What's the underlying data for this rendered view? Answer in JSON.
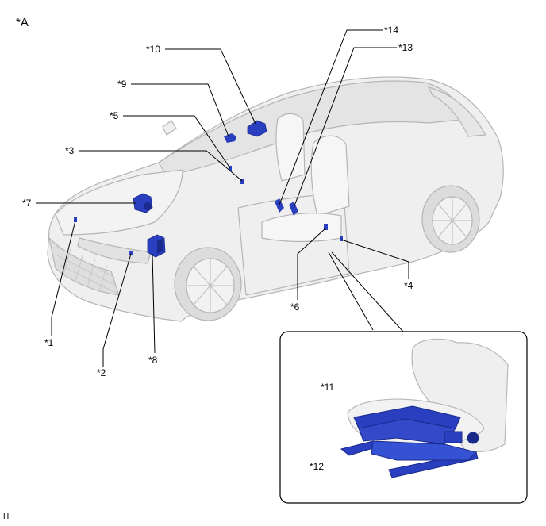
{
  "view_label": "*A",
  "corner_code": "H",
  "callouts": [
    {
      "id": "c1",
      "label": "*1"
    },
    {
      "id": "c2",
      "label": "*2"
    },
    {
      "id": "c3",
      "label": "*3"
    },
    {
      "id": "c4",
      "label": "*4"
    },
    {
      "id": "c5",
      "label": "*5"
    },
    {
      "id": "c6",
      "label": "*6"
    },
    {
      "id": "c7",
      "label": "*7"
    },
    {
      "id": "c8",
      "label": "*8"
    },
    {
      "id": "c9",
      "label": "*9"
    },
    {
      "id": "c10",
      "label": "*10"
    },
    {
      "id": "c11",
      "label": "*11"
    },
    {
      "id": "c12",
      "label": "*12"
    },
    {
      "id": "c13",
      "label": "*13"
    },
    {
      "id": "c14",
      "label": "*14"
    }
  ],
  "colors": {
    "part": "#2a3fbf",
    "part_dark": "#1a2a8a",
    "body": "#eeeeee",
    "body_line": "#b8b8b8",
    "leader": "#000000"
  }
}
